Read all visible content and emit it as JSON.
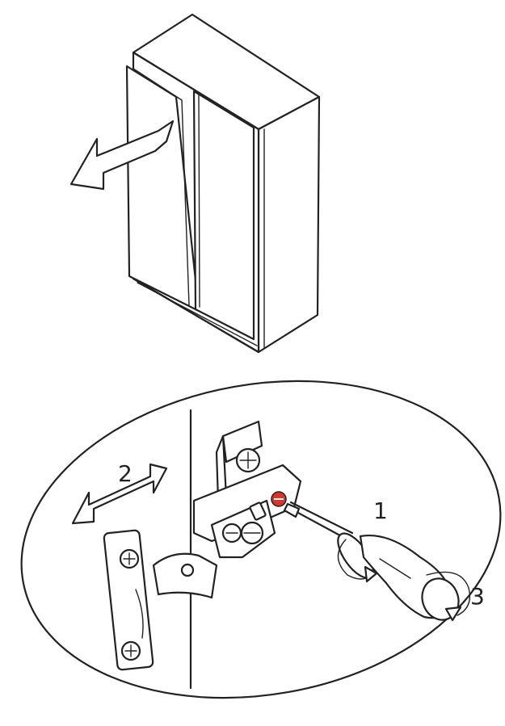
{
  "steps": {
    "turn_screw": "1",
    "move_door": "2",
    "rotate": "3"
  },
  "colors": {
    "line": "#222222",
    "background": "#ffffff",
    "highlight_screw": "#d9342b"
  },
  "icons": {
    "cabinet": "cabinet-icon",
    "door_arrow": "double-arrow-icon",
    "screwdriver": "screwdriver-icon",
    "hinge": "hinge-icon"
  }
}
